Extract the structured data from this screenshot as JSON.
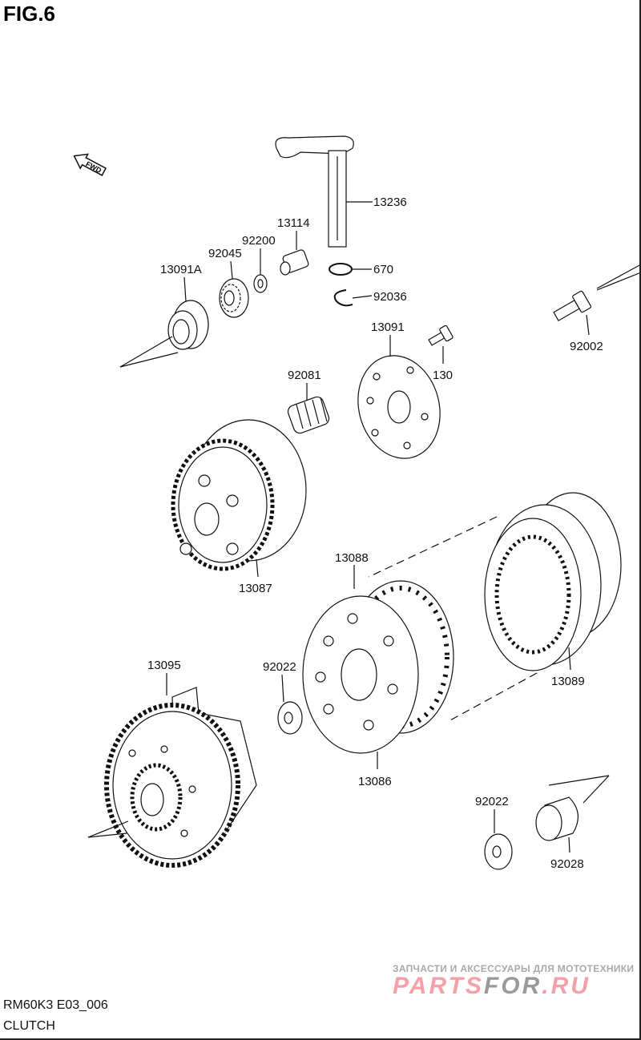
{
  "figure": {
    "label": "FIG.6",
    "code": "RM60K3 E03_006",
    "title": "CLUTCH"
  },
  "direction_marker": "FWD",
  "parts": [
    {
      "id": "lever",
      "number": "13236"
    },
    {
      "id": "pin",
      "number": "13114"
    },
    {
      "id": "washer-small",
      "number": "92200"
    },
    {
      "id": "bearing",
      "number": "92045"
    },
    {
      "id": "seal",
      "number": "13091A"
    },
    {
      "id": "o-ring",
      "number": "670"
    },
    {
      "id": "clip",
      "number": "92036"
    },
    {
      "id": "pressure-plate",
      "number": "13091"
    },
    {
      "id": "bolt-large",
      "number": "92002"
    },
    {
      "id": "bolt-small",
      "number": "130"
    },
    {
      "id": "spring",
      "number": "92081"
    },
    {
      "id": "friction-plate",
      "number": "13088"
    },
    {
      "id": "clutch-hub",
      "number": "13087"
    },
    {
      "id": "clutch-housing",
      "number": "13095"
    },
    {
      "id": "washer-hub",
      "number": "92022"
    },
    {
      "id": "plate-set",
      "number": "13089"
    },
    {
      "id": "clutch-drum",
      "number": "13086"
    },
    {
      "id": "washer-sleeve",
      "number": "92022"
    },
    {
      "id": "sleeve",
      "number": "92028"
    }
  ],
  "watermark": {
    "subtitle": "ЗАПЧАСТИ И АКСЕССУАРЫ ДЛЯ МОТОТЕХНИКИ",
    "logo_a": "PARTS",
    "logo_b": "FOR",
    "logo_c": ".RU"
  }
}
